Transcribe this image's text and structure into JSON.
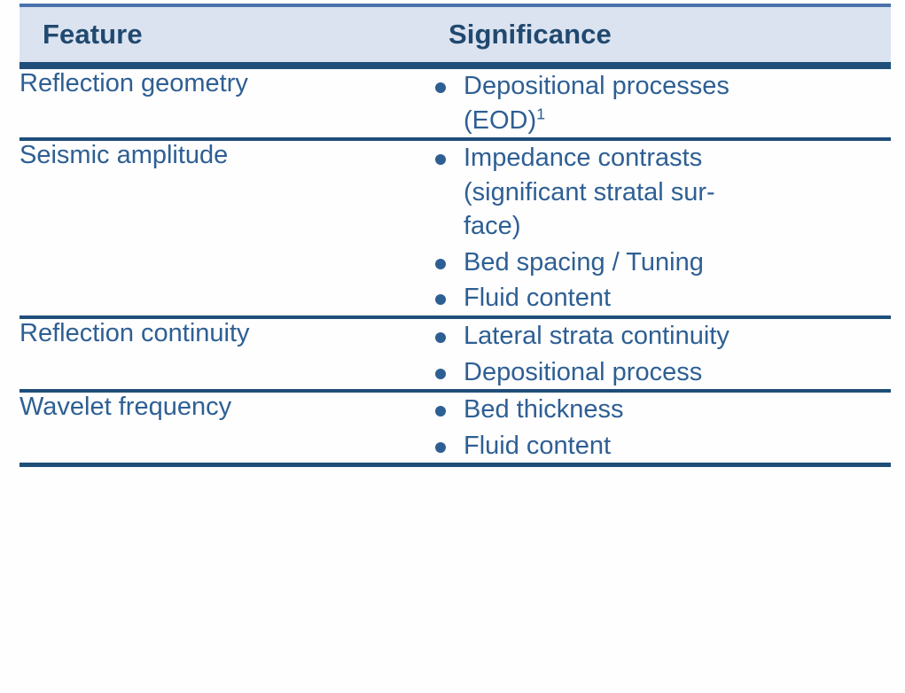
{
  "table": {
    "columns": [
      {
        "key": "feature",
        "label": "Feature"
      },
      {
        "key": "significance",
        "label": "Significance"
      }
    ],
    "rows": [
      {
        "feature": "Reflection geometry",
        "significance": [
          {
            "lines": [
              "Depositional processes",
              "(EOD)"
            ],
            "superscript": "1"
          }
        ]
      },
      {
        "feature": "Seismic amplitude",
        "significance": [
          {
            "lines": [
              "Impedance contrasts",
              "(significant stratal sur-",
              "face)"
            ],
            "superscript": ""
          },
          {
            "lines": [
              "Bed spacing / Tuning"
            ],
            "superscript": ""
          },
          {
            "lines": [
              "Fluid content"
            ],
            "superscript": ""
          }
        ]
      },
      {
        "feature": "Reflection continuity",
        "significance": [
          {
            "lines": [
              "Lateral strata continuity"
            ],
            "superscript": ""
          },
          {
            "lines": [
              "Depositional process"
            ],
            "superscript": ""
          }
        ]
      },
      {
        "feature": "Wavelet frequency",
        "significance": [
          {
            "lines": [
              "Bed thickness"
            ],
            "superscript": ""
          },
          {
            "lines": [
              "Fluid content"
            ],
            "superscript": ""
          }
        ]
      }
    ]
  },
  "style": {
    "header_background": "#dbe3f0",
    "header_text_color": "#21496f",
    "header_top_rule_color": "#4a72ab",
    "rule_color": "#1f4e79",
    "body_text_color": "#2e5f93",
    "page_background": "#fefeff"
  }
}
